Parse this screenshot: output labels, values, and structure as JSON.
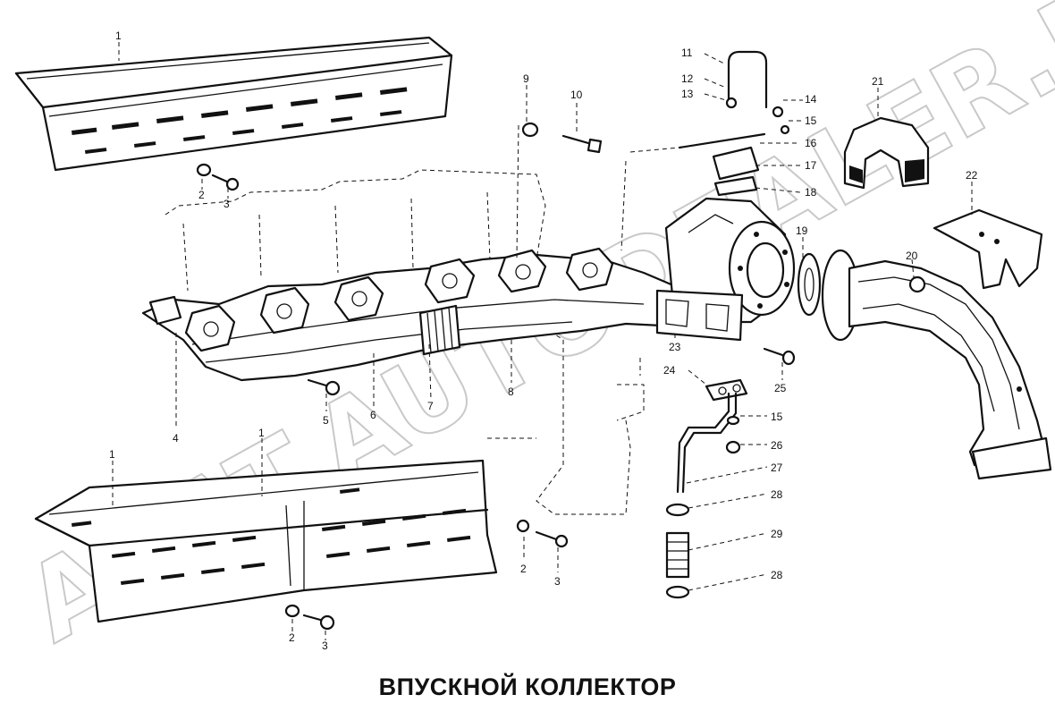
{
  "caption": "ВПУСКНОЙ КОЛЛЕКТОР",
  "watermark": "ACAT.AUTODEALER.RU",
  "callouts": [
    "1",
    "1",
    "1",
    "2",
    "3",
    "2",
    "3",
    "2",
    "3",
    "4",
    "5",
    "6",
    "7",
    "8",
    "9",
    "10",
    "11",
    "12",
    "13",
    "14",
    "15",
    "16",
    "17",
    "18",
    "19",
    "20",
    "21",
    "22",
    "23",
    "24",
    "25",
    "15",
    "26",
    "27",
    "28",
    "29",
    "28"
  ],
  "colors": {
    "ink": "#111111",
    "watermark": "#c9c9c9",
    "background": "#ffffff"
  }
}
